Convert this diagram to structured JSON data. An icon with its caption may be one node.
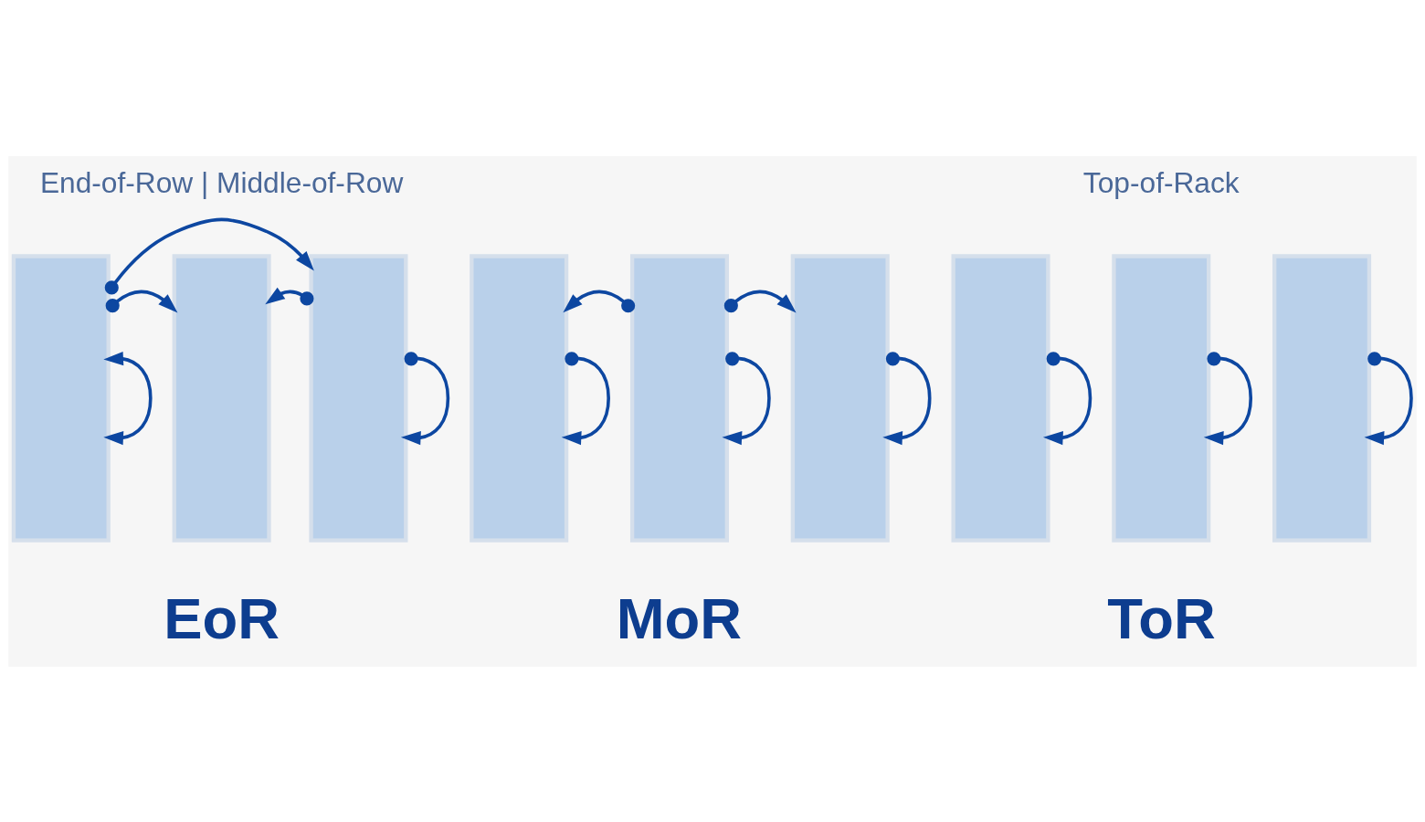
{
  "diagram": {
    "nodes": [
      {
        "text": [],
        "shape": "box"
      },
      {
        "text": [],
        "shape": "box"
      },
      {
        "text": [],
        "shape": "box"
      },
      {
        "text": [],
        "shape": "box"
      },
      {
        "text": [],
        "shape": "box"
      },
      {
        "text": [],
        "shape": "box"
      },
      {
        "text": [],
        "shape": "box"
      },
      {
        "text": [],
        "shape": "box"
      },
      {
        "text": [],
        "shape": "box"
      }
    ],
    "edges": [
      {
        "from": 0,
        "to": 2,
        "arrow": "to"
      },
      {
        "from": 0,
        "to": 1,
        "arrow": "to"
      },
      {
        "from": 2,
        "to": 1,
        "arrow": "to"
      },
      {
        "from": 2,
        "to": 2,
        "arrow": "to"
      },
      {
        "from": 0,
        "to": 0,
        "arrow": "both"
      },
      {
        "from": 4,
        "to": 3,
        "arrow": "to"
      },
      {
        "from": 4,
        "to": 5,
        "arrow": "to"
      },
      {
        "from": 3,
        "to": 3,
        "arrow": "to"
      },
      {
        "from": 4,
        "to": 4,
        "arrow": "to"
      },
      {
        "from": 5,
        "to": 5,
        "arrow": "to"
      },
      {
        "from": 6,
        "to": 6,
        "arrow": "to"
      },
      {
        "from": 7,
        "to": 7,
        "arrow": "to"
      },
      {
        "from": 8,
        "to": 8,
        "arrow": "to"
      }
    ],
    "labels": [
      "End-of-Row | Middle-of-Row",
      "Top-of-Rack",
      "EoR",
      "MoR",
      "ToR"
    ]
  }
}
